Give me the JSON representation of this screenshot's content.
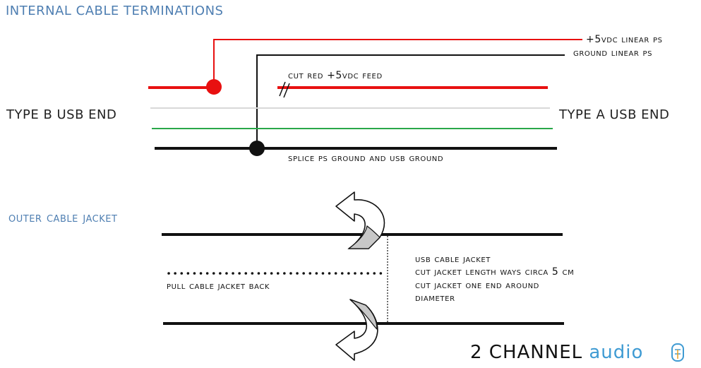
{
  "sections": {
    "internal_title": "INTERNAL CABLE TERMINATIONS",
    "outer_title": "outer cable jacket"
  },
  "internal": {
    "label_5v_ps": "+5VDC Linear PS",
    "label_ground_ps": "Ground Linear PS",
    "label_cut_red": "Cut red +5VDC Feed",
    "label_type_b": "TYPE B USB END",
    "label_type_a": "TYPE A USB END",
    "label_splice": "Splice PS Ground and USB Ground",
    "colors": {
      "red_wire": "#e81010",
      "white_wire": "#d8d8d8",
      "green_wire": "#2aa84a",
      "black_wire": "#111111"
    }
  },
  "outer": {
    "label_pull_back": "pull cable jacket back",
    "notes": [
      "USB cable jacket",
      "cut jacket length ways circa 5 cm",
      "cut jacket one end around",
      "diameter"
    ]
  },
  "brand": {
    "part1": "2 CHANNEL ",
    "part2": "audio"
  }
}
